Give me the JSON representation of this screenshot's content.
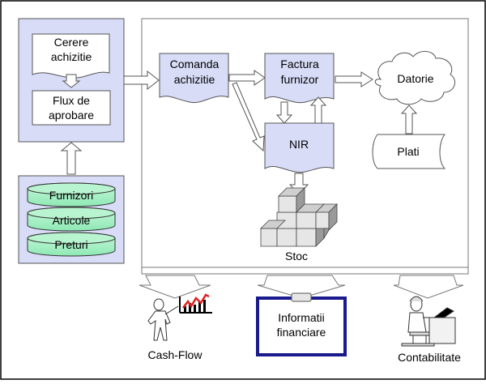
{
  "labels": {
    "cerere_line1": "Cerere",
    "cerere_line2": "achizitie",
    "flux_line1": "Flux de",
    "flux_line2": "aprobare",
    "furnizori": "Furnizori",
    "articole": "Articole",
    "preturi": "Preturi",
    "comanda_line1": "Comanda",
    "comanda_line2": "achizitie",
    "factura_line1": "Factura",
    "factura_line2": "furnizor",
    "nir": "NIR",
    "datorie": "Datorie",
    "plati": "Plati",
    "stoc": "Stoc",
    "cashflow": "Cash-Flow",
    "informatii_line1": "Informatii",
    "informatii_line2": "financiare",
    "contabilitate": "Contabilitate"
  },
  "colors": {
    "fill_blue": "#d8dcf7",
    "fill_green": "#9ef0c0",
    "clipboard_border": "#1a1a8c",
    "chart_red": "#e02020"
  }
}
